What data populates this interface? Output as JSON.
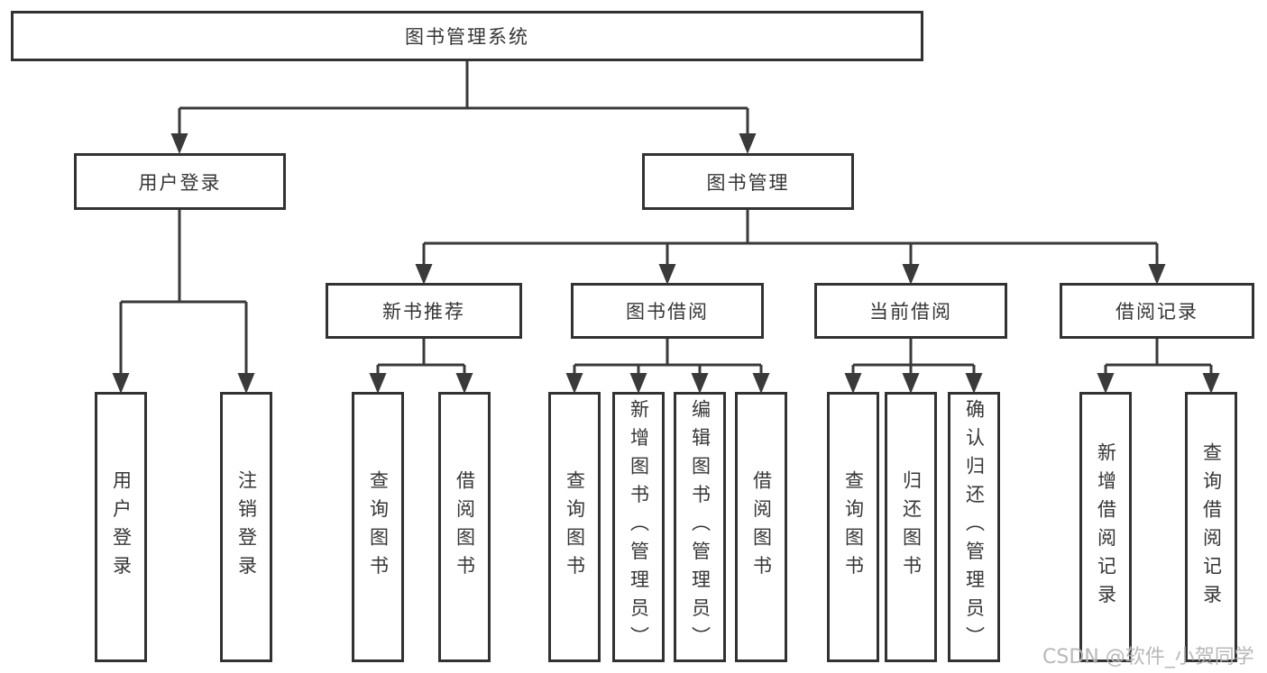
{
  "diagram": {
    "type": "tree",
    "title": "图书管理系统",
    "watermark": "CSDN @软件_小贺同学",
    "colors": {
      "line": "#3a3a3a",
      "box_border": "#323232",
      "box_fill": "#ffffff",
      "text": "#363636",
      "watermark": "#b5b5b5"
    }
  },
  "nodes": {
    "root": {
      "label": "图书管理系统",
      "children": [
        "user_login",
        "book_mgmt"
      ]
    },
    "user_login": {
      "label": "用户登录",
      "children": [
        "leaf_user_login",
        "leaf_logout"
      ]
    },
    "book_mgmt": {
      "label": "图书管理",
      "children": [
        "new_books",
        "book_borrow",
        "current_borrow",
        "borrow_records"
      ]
    },
    "new_books": {
      "label": "新书推荐",
      "children": [
        "leaf_nb_query",
        "leaf_nb_borrow"
      ]
    },
    "book_borrow": {
      "label": "图书借阅",
      "children": [
        "leaf_bb_query",
        "leaf_bb_add",
        "leaf_bb_edit",
        "leaf_bb_borrow"
      ]
    },
    "current_borrow": {
      "label": "当前借阅",
      "children": [
        "leaf_cb_query",
        "leaf_cb_return",
        "leaf_cb_confirm"
      ]
    },
    "borrow_records": {
      "label": "借阅记录",
      "children": [
        "leaf_br_add",
        "leaf_br_query"
      ]
    },
    "leaf_user_login": {
      "label": "用户登录"
    },
    "leaf_logout": {
      "label": "注销登录"
    },
    "leaf_nb_query": {
      "label": "查询图书"
    },
    "leaf_nb_borrow": {
      "label": "借阅图书"
    },
    "leaf_bb_query": {
      "label": "查询图书"
    },
    "leaf_bb_add": {
      "label": "新增图书（管理员）"
    },
    "leaf_bb_edit": {
      "label": "编辑图书（管理员）"
    },
    "leaf_bb_borrow": {
      "label": "借阅图书"
    },
    "leaf_cb_query": {
      "label": "查询图书"
    },
    "leaf_cb_return": {
      "label": "归还图书"
    },
    "leaf_cb_confirm": {
      "label": "确认归还（管理员）"
    },
    "leaf_br_add": {
      "label": "新增借阅记录"
    },
    "leaf_br_query": {
      "label": "查询借阅记录"
    }
  }
}
